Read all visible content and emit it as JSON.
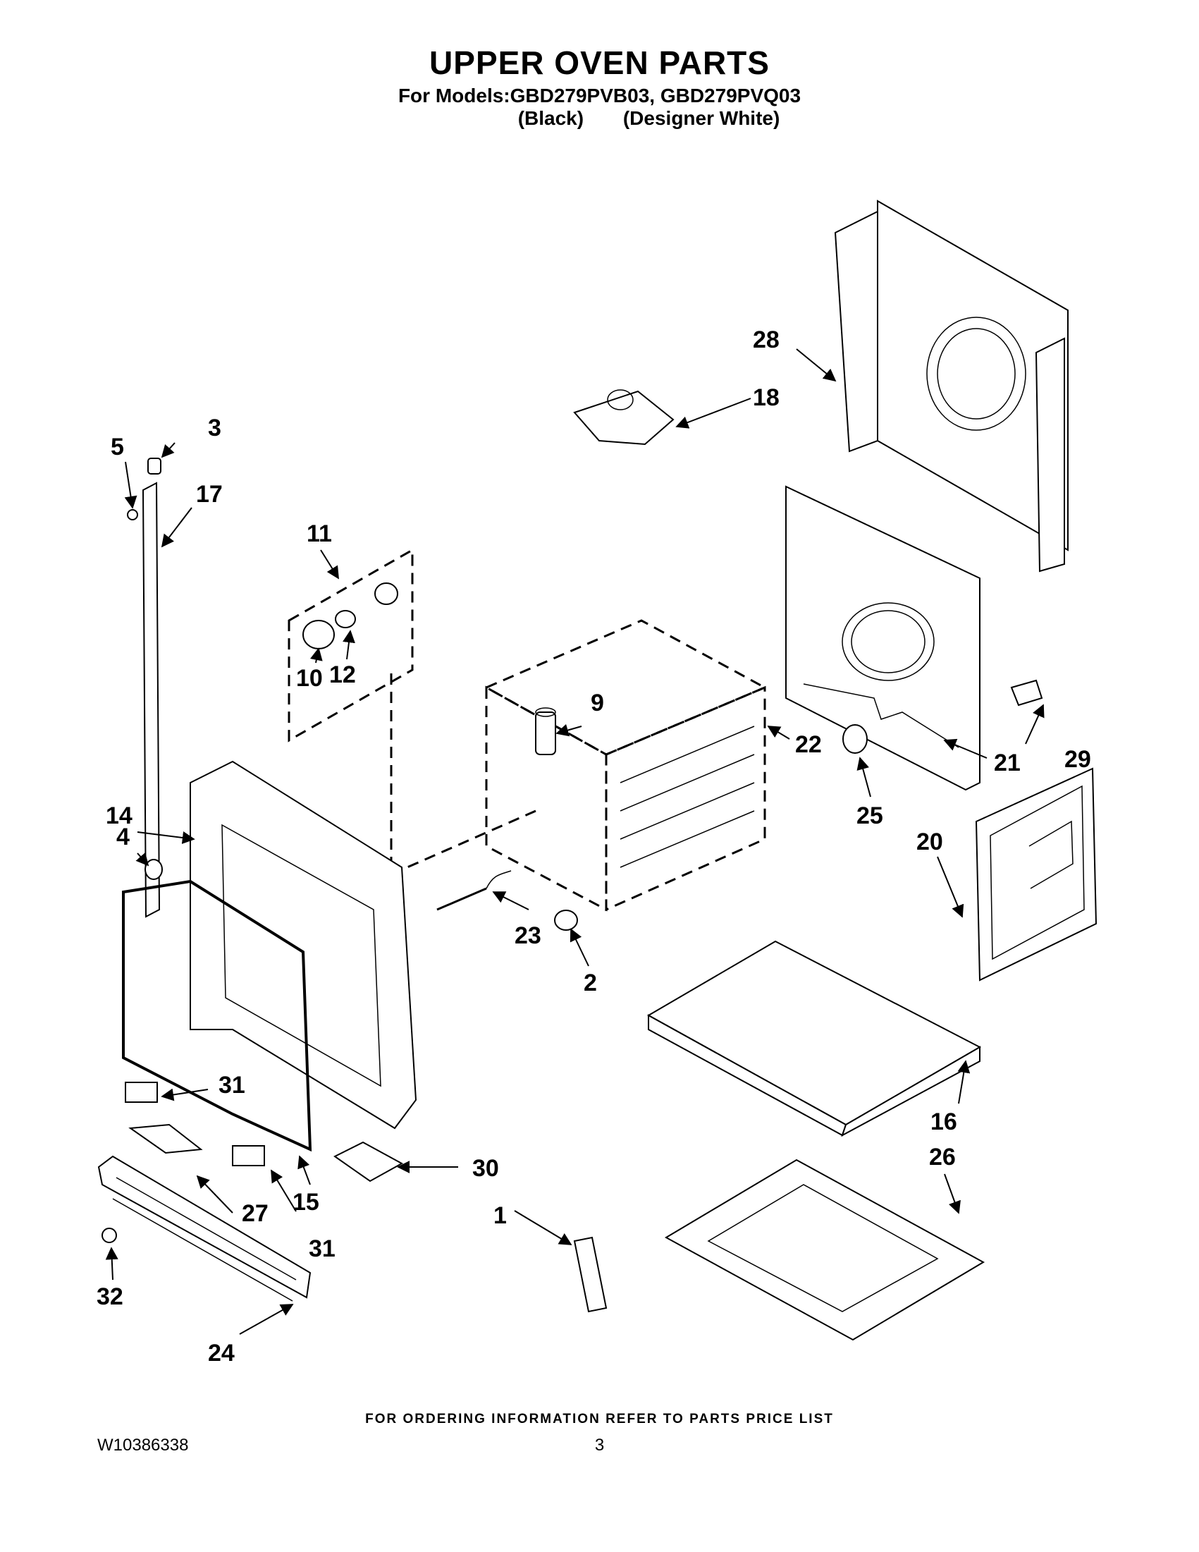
{
  "header": {
    "title": "UPPER OVEN PARTS",
    "models_line": "For Models:GBD279PVB03, GBD279PVQ03",
    "variant_1": "(Black)",
    "variant_2": "(Designer White)"
  },
  "callouts": [
    "1",
    "2",
    "3",
    "4",
    "5",
    "9",
    "10",
    "11",
    "12",
    "14",
    "15",
    "16",
    "17",
    "18",
    "20",
    "21",
    "22",
    "23",
    "24",
    "25",
    "26",
    "27",
    "28",
    "29",
    "30",
    "31",
    "31",
    "32"
  ],
  "footer": {
    "ordering_note": "FOR ORDERING INFORMATION REFER TO PARTS PRICE LIST",
    "doc_number": "W10386338",
    "page_number": "3"
  }
}
